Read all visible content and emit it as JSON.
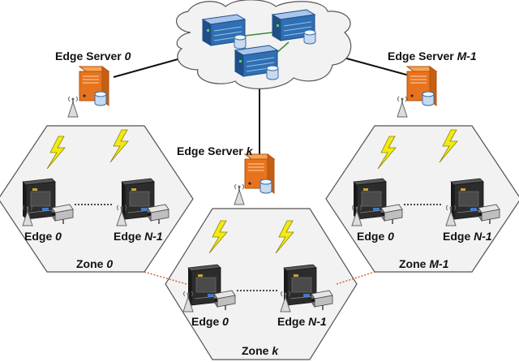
{
  "servers": [
    {
      "label": "Edge Server",
      "index": "0"
    },
    {
      "label": "Edge Server",
      "index": "k"
    },
    {
      "label": "Edge Server",
      "index": "M-1"
    }
  ],
  "zones": [
    {
      "label": "Zone",
      "index": "0",
      "left_edge": "Edge",
      "left_index": "0",
      "right_edge": "Edge",
      "right_index": "N-1"
    },
    {
      "label": "Zone",
      "index": "k",
      "left_edge": "Edge",
      "left_index": "0",
      "right_edge": "Edge",
      "right_index": "N-1"
    },
    {
      "label": "Zone",
      "index": "M-1",
      "left_edge": "Edge",
      "left_index": "0",
      "right_edge": "Edge",
      "right_index": "N-1"
    }
  ],
  "colors": {
    "server_body": "#e8731e",
    "server_light": "#f6a354",
    "rack_blue": "#2f6fb3",
    "cloud_fill": "#f2f2f2",
    "lightning": "#f2ea12",
    "zone_link": "#c8602a",
    "hex_stroke": "#555555"
  },
  "icons": [
    "cloud-icon",
    "rack-server-icon",
    "edge-server-icon",
    "database-icon",
    "antenna-icon",
    "lightning-icon",
    "edge-device-icon",
    "camera-icon"
  ]
}
